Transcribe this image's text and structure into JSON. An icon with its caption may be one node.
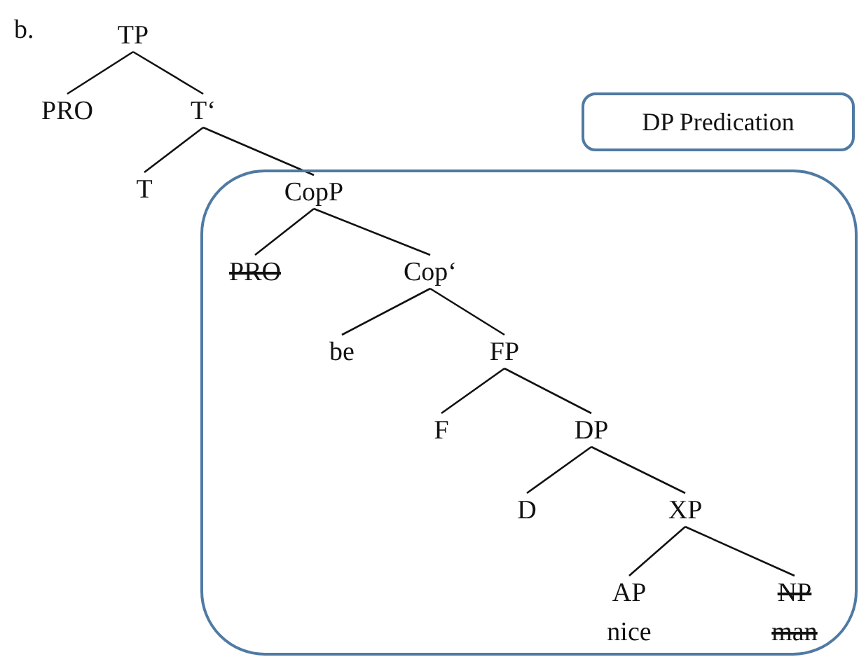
{
  "diagram": {
    "nodes": [
      {
        "text": [
          "TP"
        ]
      },
      {
        "text": [
          "PRO"
        ]
      },
      {
        "text": [
          "T‘"
        ]
      },
      {
        "text": [
          "T"
        ]
      },
      {
        "text": [],
        "shape": "box"
      },
      {
        "text": [
          "CopP"
        ],
        "in": 4
      },
      {
        "text": [
          "PRO"
        ],
        "in": 4
      },
      {
        "text": [
          "Cop‘"
        ],
        "in": 4
      },
      {
        "text": [
          "be"
        ],
        "in": 4
      },
      {
        "text": [
          "FP"
        ],
        "in": 4
      },
      {
        "text": [
          "F"
        ],
        "in": 4
      },
      {
        "text": [
          "DP"
        ],
        "in": 4
      },
      {
        "text": [
          "D"
        ],
        "in": 4
      },
      {
        "text": [
          "XP"
        ],
        "in": 4
      },
      {
        "text": [
          "AP",
          "nice"
        ],
        "in": 4
      },
      {
        "text": [
          "NP",
          "man"
        ],
        "in": 4
      },
      {
        "text": [
          "DP Predication"
        ]
      }
    ],
    "edges": [
      {
        "from": 0,
        "to": 1,
        "arrow": "none"
      },
      {
        "from": 0,
        "to": 2,
        "arrow": "none"
      },
      {
        "from": 2,
        "to": 3,
        "arrow": "none"
      },
      {
        "from": 2,
        "to": 5,
        "arrow": "none"
      },
      {
        "from": 5,
        "to": 6,
        "arrow": "none"
      },
      {
        "from": 5,
        "to": 7,
        "arrow": "none"
      },
      {
        "from": 7,
        "to": 8,
        "arrow": "none"
      },
      {
        "from": 7,
        "to": 9,
        "arrow": "none"
      },
      {
        "from": 9,
        "to": 10,
        "arrow": "none"
      },
      {
        "from": 9,
        "to": 11,
        "arrow": "none"
      },
      {
        "from": 11,
        "to": 12,
        "arrow": "none"
      },
      {
        "from": 11,
        "to": 13,
        "arrow": "none"
      },
      {
        "from": 13,
        "to": 14,
        "arrow": "none"
      },
      {
        "from": 13,
        "to": 15,
        "arrow": "none"
      }
    ],
    "labels": [
      "b."
    ]
  }
}
